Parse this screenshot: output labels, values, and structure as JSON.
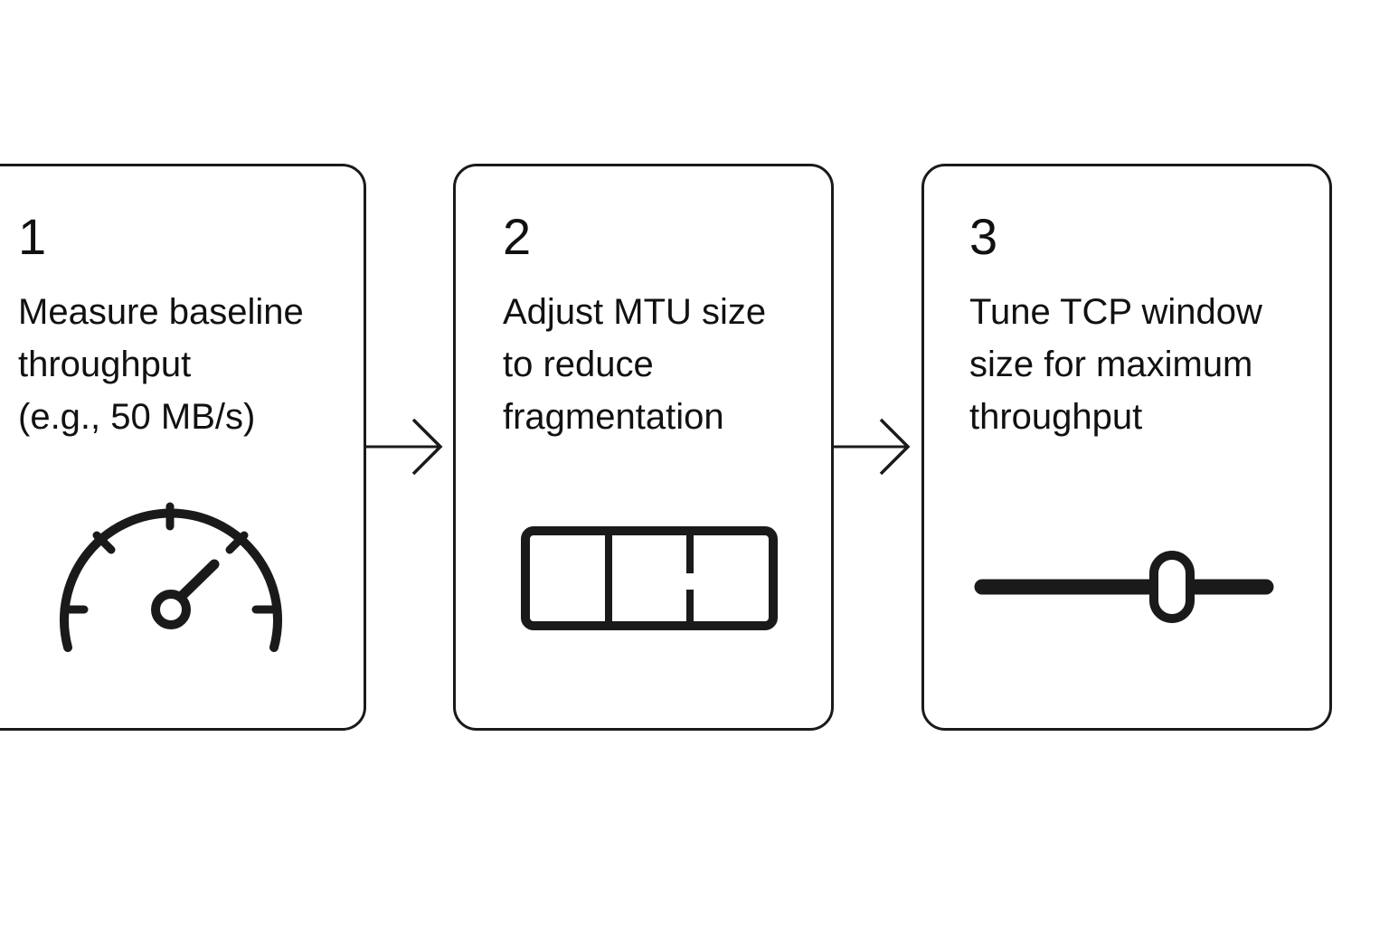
{
  "steps": [
    {
      "number": "1",
      "lines": [
        "Measure baseline",
        "throughput",
        "(e.g., 50 MB/s)"
      ],
      "icon": "speedometer-icon"
    },
    {
      "number": "2",
      "lines": [
        "Adjust MTU size",
        "to reduce",
        "fragmentation"
      ],
      "icon": "segmented-packet-icon"
    },
    {
      "number": "3",
      "lines": [
        "Tune TCP window",
        "size for maximum",
        "throughput"
      ],
      "icon": "slider-icon"
    }
  ],
  "connectors": [
    "arrow-right-icon",
    "arrow-right-icon"
  ],
  "colors": {
    "stroke": "#1a1a1a",
    "background": "#ffffff"
  }
}
